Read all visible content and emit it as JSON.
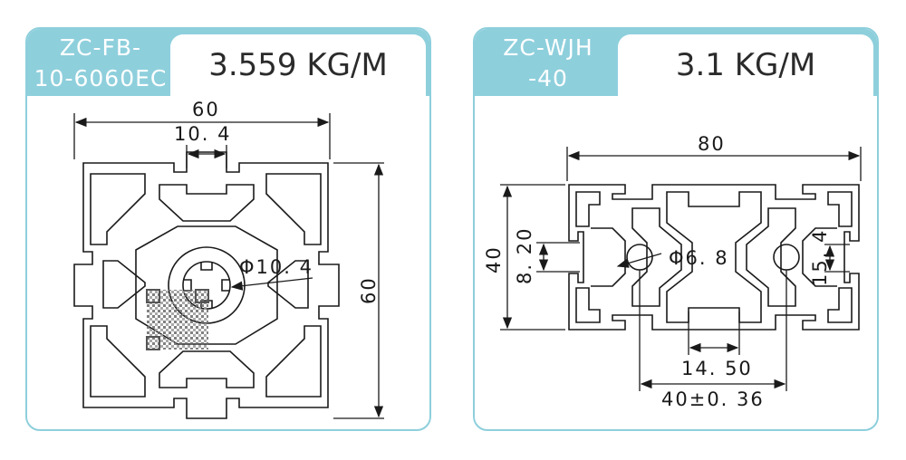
{
  "left": {
    "model_line1": "ZC-FB-",
    "model_line2": "10-6060EC",
    "weight": "3.559 KG/M",
    "dims": {
      "width": "60",
      "height": "60",
      "slot": "10. 4",
      "bore": "Φ10. 4"
    }
  },
  "right": {
    "model_line1": "ZC-WJH",
    "model_line2": "-40",
    "weight": "3.1 KG/M",
    "dims": {
      "width": "80",
      "height": "40",
      "slot_h": "8. 20",
      "hole": "Φ6. 8",
      "right_h": "15. 4",
      "center_slot": "14. 50",
      "pitch": "40±0. 36"
    }
  }
}
